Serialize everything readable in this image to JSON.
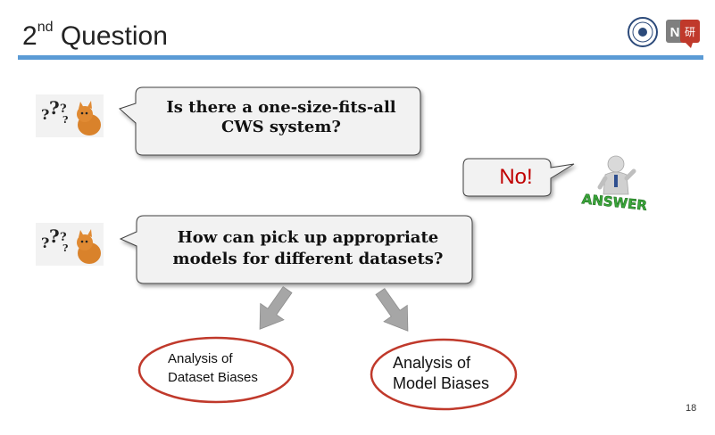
{
  "slide": {
    "title_main": "2",
    "title_sup": "nd",
    "title_rest": " Question",
    "page_number": "18"
  },
  "logos": {
    "university_seal_icon": "university-seal-icon",
    "lab_badge_text": "N",
    "lab_badge_char": "研"
  },
  "bubbles": {
    "question1": {
      "line1": "Is there a one-size-fits-all",
      "line2": "CWS system?"
    },
    "answer": {
      "text": "No!"
    },
    "question2": {
      "line1": "How can pick up appropriate",
      "line2": "models for different datasets?"
    }
  },
  "answer_figure": {
    "text": "ANSWER"
  },
  "thinker_icon": {
    "marks": "?",
    "name": "thinking-cat-icon"
  },
  "branches": {
    "dataset": {
      "line1": "Analysis of",
      "line2": "Dataset Biases"
    },
    "model": {
      "line1": "Analysis of",
      "line2": "Model Biases"
    }
  },
  "colors": {
    "rule": "#5b9bd5",
    "ellipse_stroke": "#c0392b",
    "answer_red": "#c00000",
    "answer_green": "#3aa63a",
    "arrow_gray": "#a6a6a6"
  }
}
